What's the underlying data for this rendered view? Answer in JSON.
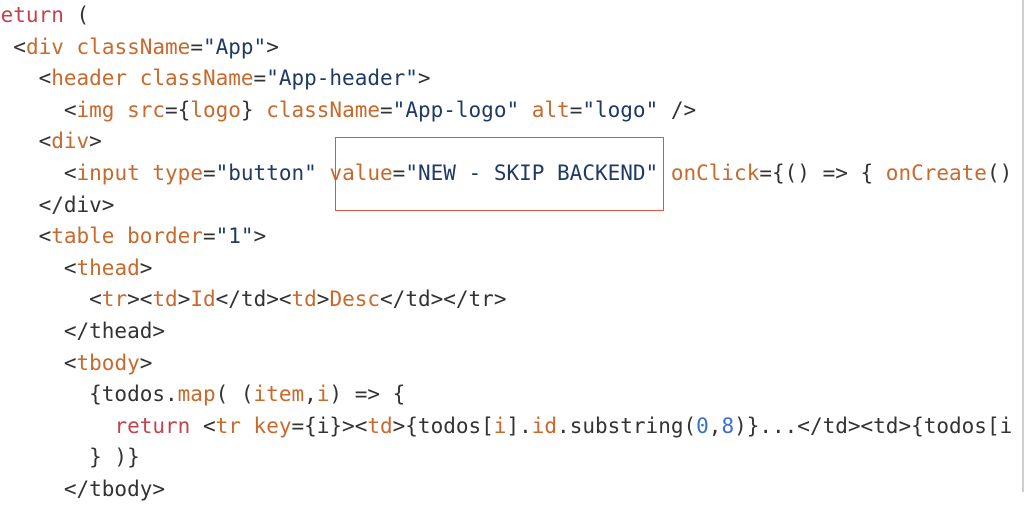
{
  "colors": {
    "highlight_border": "#e0533d",
    "tag": "#c8692d",
    "string": "#1f3a66",
    "keyword": "#c2434d",
    "number": "#3a6fcc"
  },
  "code_lines": [
    [
      [
        "return",
        "kw"
      ],
      [
        " (",
        "punc"
      ]
    ],
    [
      [
        "  <",
        "punc"
      ],
      [
        "div",
        "tag"
      ],
      [
        " ",
        "plain"
      ],
      [
        "className",
        "attr"
      ],
      [
        "=",
        "punc"
      ],
      [
        "\"App\"",
        "str"
      ],
      [
        ">",
        "punc"
      ]
    ],
    [
      [
        "    <",
        "punc"
      ],
      [
        "header",
        "tag"
      ],
      [
        " ",
        "plain"
      ],
      [
        "className",
        "attr"
      ],
      [
        "=",
        "punc"
      ],
      [
        "\"App-header\"",
        "str"
      ],
      [
        ">",
        "punc"
      ]
    ],
    [
      [
        "      <",
        "punc"
      ],
      [
        "img",
        "tag"
      ],
      [
        " ",
        "plain"
      ],
      [
        "src",
        "attr"
      ],
      [
        "={",
        "punc"
      ],
      [
        "logo",
        "attr"
      ],
      [
        "} ",
        "punc"
      ],
      [
        "className",
        "attr"
      ],
      [
        "=",
        "punc"
      ],
      [
        "\"App-logo\"",
        "str"
      ],
      [
        " ",
        "plain"
      ],
      [
        "alt",
        "attr"
      ],
      [
        "=",
        "punc"
      ],
      [
        "\"logo\"",
        "str"
      ],
      [
        " />",
        "punc"
      ]
    ],
    [
      [
        "    <",
        "punc"
      ],
      [
        "div",
        "tag"
      ],
      [
        ">",
        "punc"
      ]
    ],
    [
      [
        "      <",
        "punc"
      ],
      [
        "input",
        "tag"
      ],
      [
        " ",
        "plain"
      ],
      [
        "type",
        "attr"
      ],
      [
        "=",
        "punc"
      ],
      [
        "\"button\"",
        "str"
      ],
      [
        " ",
        "plain"
      ],
      [
        "value",
        "attr"
      ],
      [
        "=",
        "punc"
      ],
      [
        "\"NEW - SKIP BACKEND\"",
        "str"
      ],
      [
        " ",
        "plain"
      ],
      [
        "onClick",
        "attr"
      ],
      [
        "={() => { ",
        "punc"
      ],
      [
        "onCreate",
        "attr"
      ],
      [
        "()",
        "punc"
      ]
    ],
    [
      [
        "    </div>",
        "punc"
      ]
    ],
    [
      [
        "    <",
        "punc"
      ],
      [
        "table",
        "tag"
      ],
      [
        " ",
        "plain"
      ],
      [
        "border",
        "attr"
      ],
      [
        "=",
        "punc"
      ],
      [
        "\"1\"",
        "str"
      ],
      [
        ">",
        "punc"
      ]
    ],
    [
      [
        "      <",
        "punc"
      ],
      [
        "thead",
        "tag"
      ],
      [
        ">",
        "punc"
      ]
    ],
    [
      [
        "        <",
        "punc"
      ],
      [
        "tr",
        "tag"
      ],
      [
        "><",
        "punc"
      ],
      [
        "td",
        "tag"
      ],
      [
        ">",
        "punc"
      ],
      [
        "Id",
        "tag"
      ],
      [
        "</td><",
        "punc"
      ],
      [
        "td",
        "tag"
      ],
      [
        ">",
        "punc"
      ],
      [
        "Desc",
        "tag"
      ],
      [
        "</td></tr>",
        "punc"
      ]
    ],
    [
      [
        "      </thead>",
        "punc"
      ]
    ],
    [
      [
        "      <",
        "punc"
      ],
      [
        "tbody",
        "tag"
      ],
      [
        ">",
        "punc"
      ]
    ],
    [
      [
        "        {todos.",
        "punc"
      ],
      [
        "map",
        "tag"
      ],
      [
        "( (",
        "punc"
      ],
      [
        "item",
        "attr"
      ],
      [
        ",",
        "punc"
      ],
      [
        "i",
        "attr"
      ],
      [
        ") => {",
        "punc"
      ]
    ],
    [
      [
        "          ",
        "plain"
      ],
      [
        "return",
        "kw"
      ],
      [
        " <",
        "punc"
      ],
      [
        "tr",
        "tag"
      ],
      [
        " ",
        "plain"
      ],
      [
        "key",
        "attr"
      ],
      [
        "={i}><",
        "punc"
      ],
      [
        "td",
        "tag"
      ],
      [
        ">{todos[",
        "punc"
      ],
      [
        "i",
        "attr"
      ],
      [
        "].",
        "punc"
      ],
      [
        "id",
        "attr"
      ],
      [
        ".substring(",
        "punc"
      ],
      [
        "0",
        "num"
      ],
      [
        ",",
        "punc"
      ],
      [
        "8",
        "num"
      ],
      [
        ")}...</td><td>{todos[i",
        "punc"
      ]
    ],
    [
      [
        "        } )}",
        "punc"
      ]
    ],
    [
      [
        "      </tbody>",
        "punc"
      ]
    ]
  ]
}
